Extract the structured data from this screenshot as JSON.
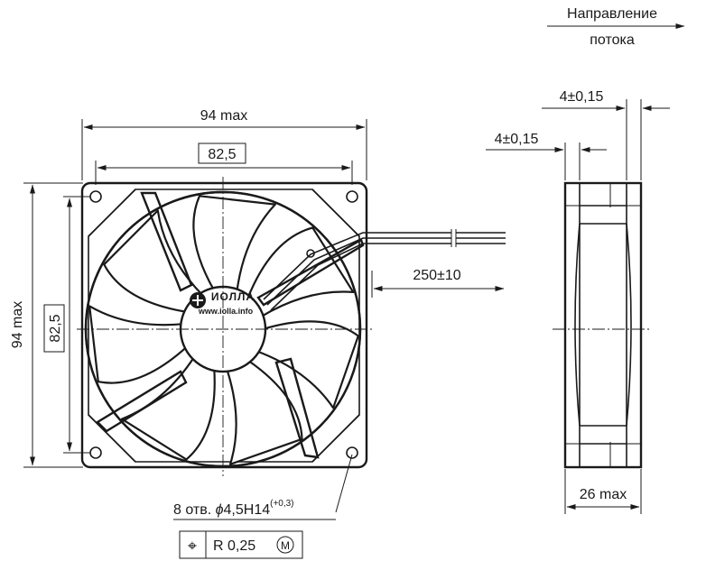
{
  "flow": {
    "line1": "Направление",
    "line2": "потока"
  },
  "front_view": {
    "width_max": "94 max",
    "hole_spacing_h": "82,5",
    "height_max": "94 max",
    "hole_spacing_v": "82,5",
    "cable_length": "250±10",
    "hub_logo": "ИОЛЛА",
    "hub_url": "www.iolla.info"
  },
  "holes": {
    "prefix": "8 отв. ",
    "phi": "ϕ",
    "spec": "4,5H14",
    "tolerance": "(+0,3)"
  },
  "position_tolerance": {
    "symbol": "⌖",
    "value": "R 0,25",
    "modifier": "M"
  },
  "side_view": {
    "offset_top": "4±0,15",
    "offset_second": "4±0,15",
    "depth_max": "26 max"
  }
}
